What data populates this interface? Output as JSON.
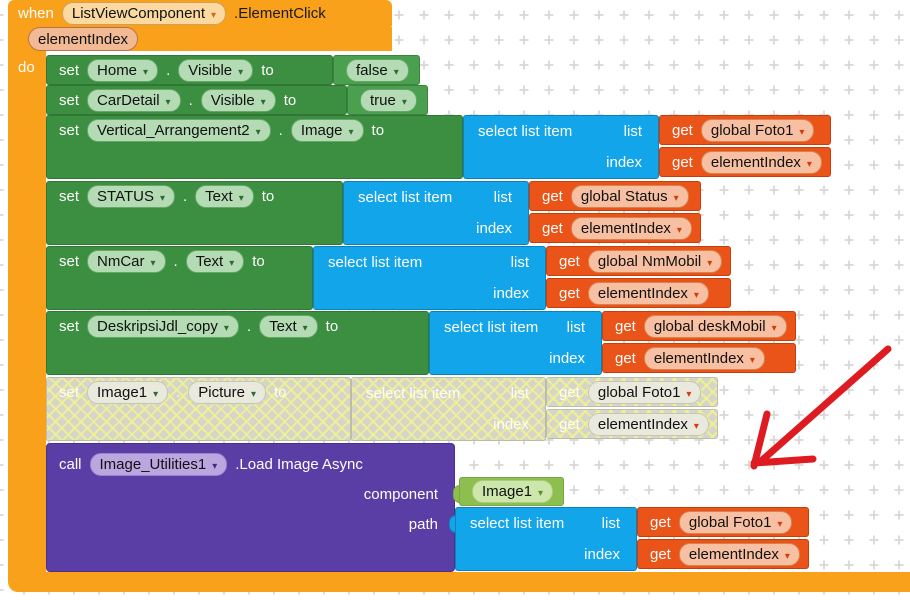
{
  "workspace": {
    "background": "#ffffff",
    "grid_cross_color": "#d7d7d7"
  },
  "colors": {
    "event_orange": "#f9a11b",
    "setter_green": "#3c8e40",
    "logic_green": "#4aa04e",
    "list_blue": "#12a5e9",
    "variable_orange": "#eb5419",
    "call_purple": "#5b3da6",
    "component_lime": "#8dbe4f",
    "disabled_gray": "#d5d5c9"
  },
  "kw": {
    "set": "set",
    "to": "to",
    "dot": ".",
    "get": "get",
    "select_list_item": "select list item",
    "list": "list",
    "index": "index"
  },
  "event_block": {
    "when_label": "when",
    "component": "ListViewComponent",
    "event_suffix": ".ElementClick",
    "param": "elementIndex",
    "do_label": "do"
  },
  "set_rows": [
    {
      "component": "Home",
      "property": "Visible",
      "value": "false"
    },
    {
      "component": "CarDetail",
      "property": "Visible",
      "value": "true"
    },
    {
      "component": "Vertical_Arrangement2",
      "property": "Image",
      "list_var": "global Foto1",
      "index_var": "elementIndex"
    },
    {
      "component": "STATUS",
      "property": "Text",
      "list_var": "global Status",
      "index_var": "elementIndex"
    },
    {
      "component": "NmCar",
      "property": "Text",
      "list_var": "global NmMobil",
      "index_var": "elementIndex"
    },
    {
      "component": "DeskripsiJdl_copy",
      "property": "Text",
      "list_var": "global deskMobil",
      "index_var": "elementIndex"
    },
    {
      "component": "Image1",
      "property": "Picture",
      "list_var": "global Foto1",
      "index_var": "elementIndex",
      "state": "disabled"
    }
  ],
  "call_block": {
    "call_label": "call",
    "component": "Image_Utilities1",
    "method_suffix": ".Load Image Async",
    "param_component": "component",
    "param_path": "path",
    "component_value": "Image1",
    "list_var": "global Foto1",
    "index_var": "elementIndex"
  },
  "annotation_arrow": {
    "color": "#de1b21"
  }
}
